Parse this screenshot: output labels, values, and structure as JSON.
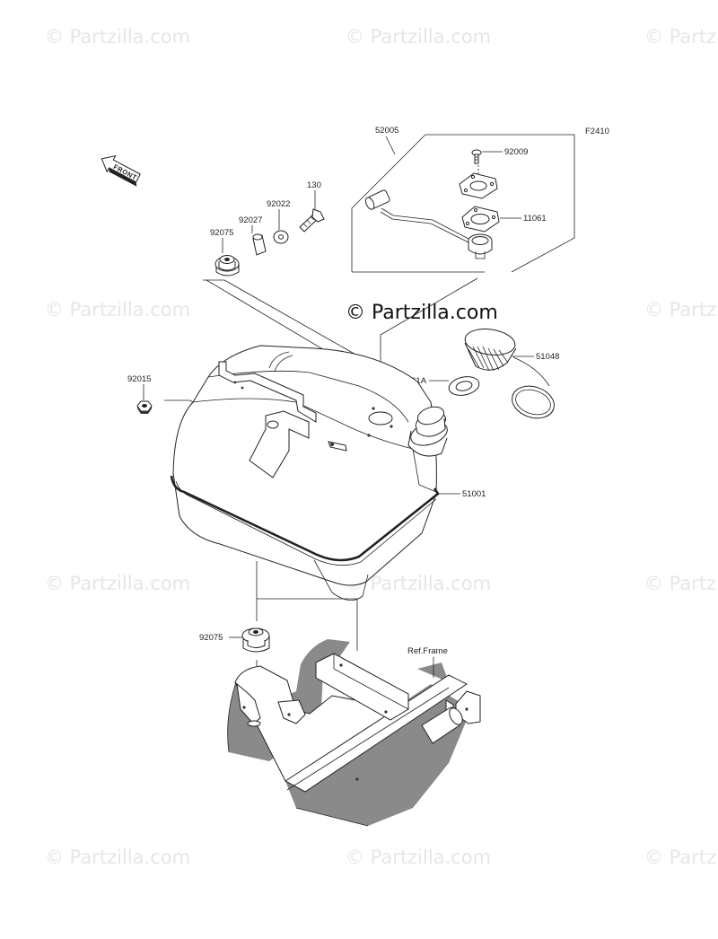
{
  "figure_code": "F2410",
  "watermark_text": "© Partzilla.com",
  "brand_text": "© Partzilla.com",
  "front_arrow_label": "FRONT",
  "ref_frame_label": "Ref.Frame",
  "part_labels": {
    "p52005": "52005",
    "p92009": "92009",
    "p11061": "11061",
    "p130": "130",
    "p92022": "92022",
    "p92027": "92027",
    "p92075_top": "92075",
    "p51048": "51048",
    "p11061a": "11061A",
    "p92015": "92015",
    "p51001": "51001",
    "p92075_bottom": "92075"
  },
  "colors": {
    "line": "#222222",
    "watermark": "#e6e6e6",
    "shadow": "#8a8a8a"
  }
}
